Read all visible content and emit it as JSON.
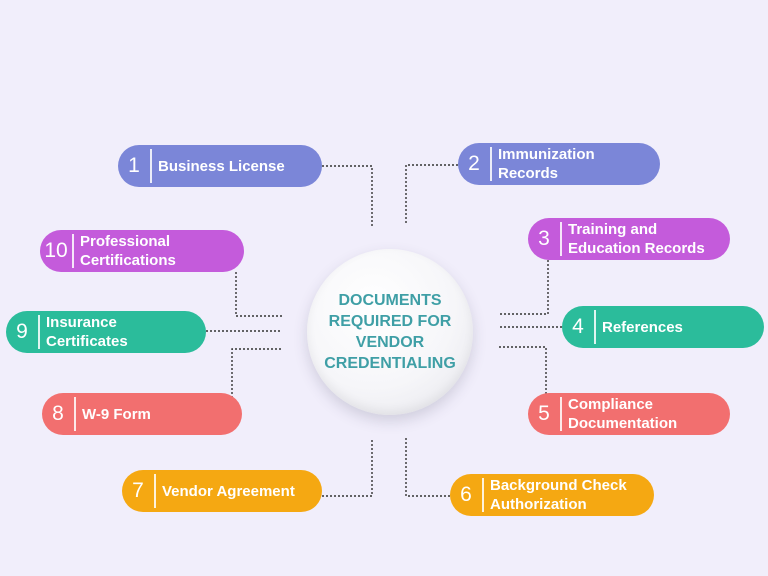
{
  "center_title": "DOCUMENTS\nREQUIRED FOR\nVENDOR\nCREDENTIALING",
  "colors": {
    "blue": "#7b86d8",
    "purple": "#c45bdb",
    "teal": "#2bbc9b",
    "coral": "#f26f6f",
    "orange": "#f5a812",
    "center_text": "#3f9fa6"
  },
  "items": [
    {
      "number": "1",
      "label": "Business License"
    },
    {
      "number": "2",
      "label": "Immunization\nRecords"
    },
    {
      "number": "3",
      "label": "Training and\nEducation Records"
    },
    {
      "number": "4",
      "label": "References"
    },
    {
      "number": "5",
      "label": "Compliance\nDocumentation"
    },
    {
      "number": "6",
      "label": "Background Check\nAuthorization"
    },
    {
      "number": "7",
      "label": "Vendor Agreement"
    },
    {
      "number": "8",
      "label": "W-9 Form"
    },
    {
      "number": "9",
      "label": "Insurance\nCertificates"
    },
    {
      "number": "10",
      "label": "Professional\nCertifications"
    }
  ]
}
